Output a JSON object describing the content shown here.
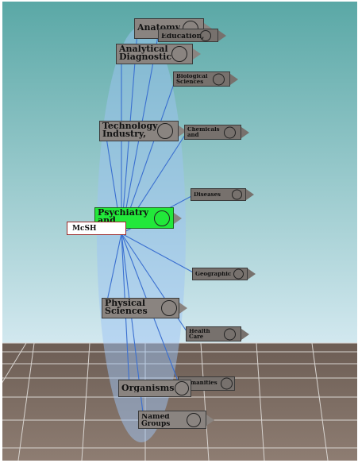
{
  "view": {
    "sky_top": "#5aa8a6",
    "sky_bottom": "#d2e8ef",
    "floor_top": "#6c5d54",
    "floor_bottom": "#8e7d72",
    "grid_color": "#d8d4d0",
    "link_color": "#3a6fd0",
    "lens_color": "#9ec4f4"
  },
  "mesh_tag": "McSH",
  "nodes": {
    "anatomy": "Anatomy",
    "education": "Education,",
    "analytical": "Analytical\nDiagnostic",
    "biological": "Biological\nSciences",
    "technology": "Technology\nIndustry,",
    "chemicals": "Chemicals\nand",
    "diseases": "Diseases",
    "psychiatry": "Psychiatry\nand",
    "geographic": "Geographic",
    "physical": "Physical\nSciences",
    "health": "Health\nCare",
    "organisms": "Organisms",
    "humanities": "Humanities",
    "named_groups": "Named\nGroups"
  }
}
